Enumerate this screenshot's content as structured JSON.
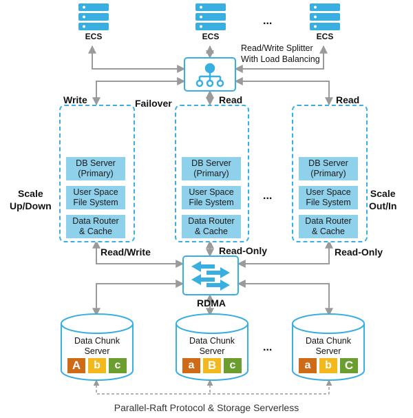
{
  "ecs": {
    "label": "ECS",
    "ellipsis": "..."
  },
  "proxy": {
    "label_line1": "Read/Write Splitter",
    "label_line2": "With Load Balancing"
  },
  "edges": {
    "write": "Write",
    "failover": "Failover",
    "read_center": "Read",
    "read_right": "Read"
  },
  "scale": {
    "left_line1": "Scale",
    "left_line2": "Up/Down",
    "right_line1": "Scale",
    "right_line2": "Out/In"
  },
  "nodes": [
    {
      "db": [
        "DB Server",
        "(Primary)"
      ],
      "fs": [
        "User Space",
        "File System"
      ],
      "router": [
        "Data Router",
        "& Cache"
      ],
      "access": "Read/Write"
    },
    {
      "db": [
        "DB Server",
        "(Primary)"
      ],
      "fs": [
        "User Space",
        "File System"
      ],
      "router": [
        "Data Router",
        "& Cache"
      ],
      "access": "Read-Only"
    },
    {
      "db": [
        "DB Server",
        "(Primary)"
      ],
      "fs": [
        "User Space",
        "File System"
      ],
      "router": [
        "Data Router",
        "& Cache"
      ],
      "access": "Read-Only"
    }
  ],
  "node_ellipsis": "...",
  "rdma": "RDMA",
  "storage": {
    "label_line1": "Data Chunk",
    "label_line2": "Server",
    "ellipsis": "...",
    "servers": [
      {
        "chips": [
          "A",
          "b",
          "c"
        ]
      },
      {
        "chips": [
          "a",
          "B",
          "c"
        ]
      },
      {
        "chips": [
          "a",
          "b",
          "C"
        ]
      }
    ]
  },
  "chip_colors": [
    "#cf6a16",
    "#f3b81b",
    "#6c9e2f"
  ],
  "colors": {
    "accent": "#39aee0",
    "component": "#8fd0ea",
    "line": "#9a9a9a"
  },
  "footer": "Parallel-Raft Protocol & Storage Serverless"
}
